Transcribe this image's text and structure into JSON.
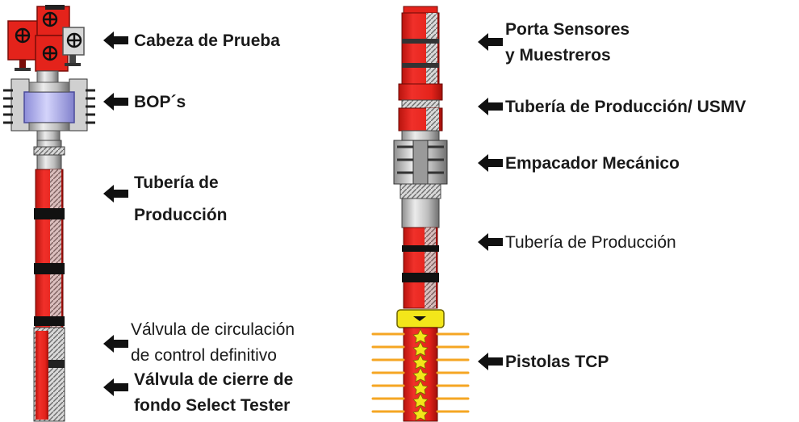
{
  "labels": {
    "cabeza": "Cabeza de Prueba",
    "bop": "BOP´s",
    "tuberia_left_1": "Tubería de",
    "tuberia_left_2": "Producción",
    "valvula_circ_1": "Válvula de circulación",
    "valvula_circ_2": "de control definitivo",
    "valvula_cierre_1": "Válvula de cierre de",
    "valvula_cierre_2": "fondo Select Tester",
    "porta_1": "Porta Sensores",
    "porta_2": "y Muestreros",
    "tuberia_usmv": "Tubería de Producción/ USMV",
    "empacador": "Empacador Mecánico",
    "tuberia_right": "Tubería de Producción",
    "pistolas": "Pistolas TCP"
  },
  "icons": {
    "arrow": "left-pointing-arrow-icon",
    "wellhead": "test-head-valve-icon",
    "blowout_preventer": "bop-stack-icon",
    "packer": "mechanical-packer-icon",
    "perforating_gun": "tcp-gun-icon"
  },
  "colors": {
    "tubing_red": "#e4231b",
    "coupling_black": "#111111",
    "steel_gray": "#c9c9c9",
    "bop_blue": "#b9b9ee",
    "gun_yellow": "#f3e61a",
    "charge_orange": "#f5a623"
  }
}
